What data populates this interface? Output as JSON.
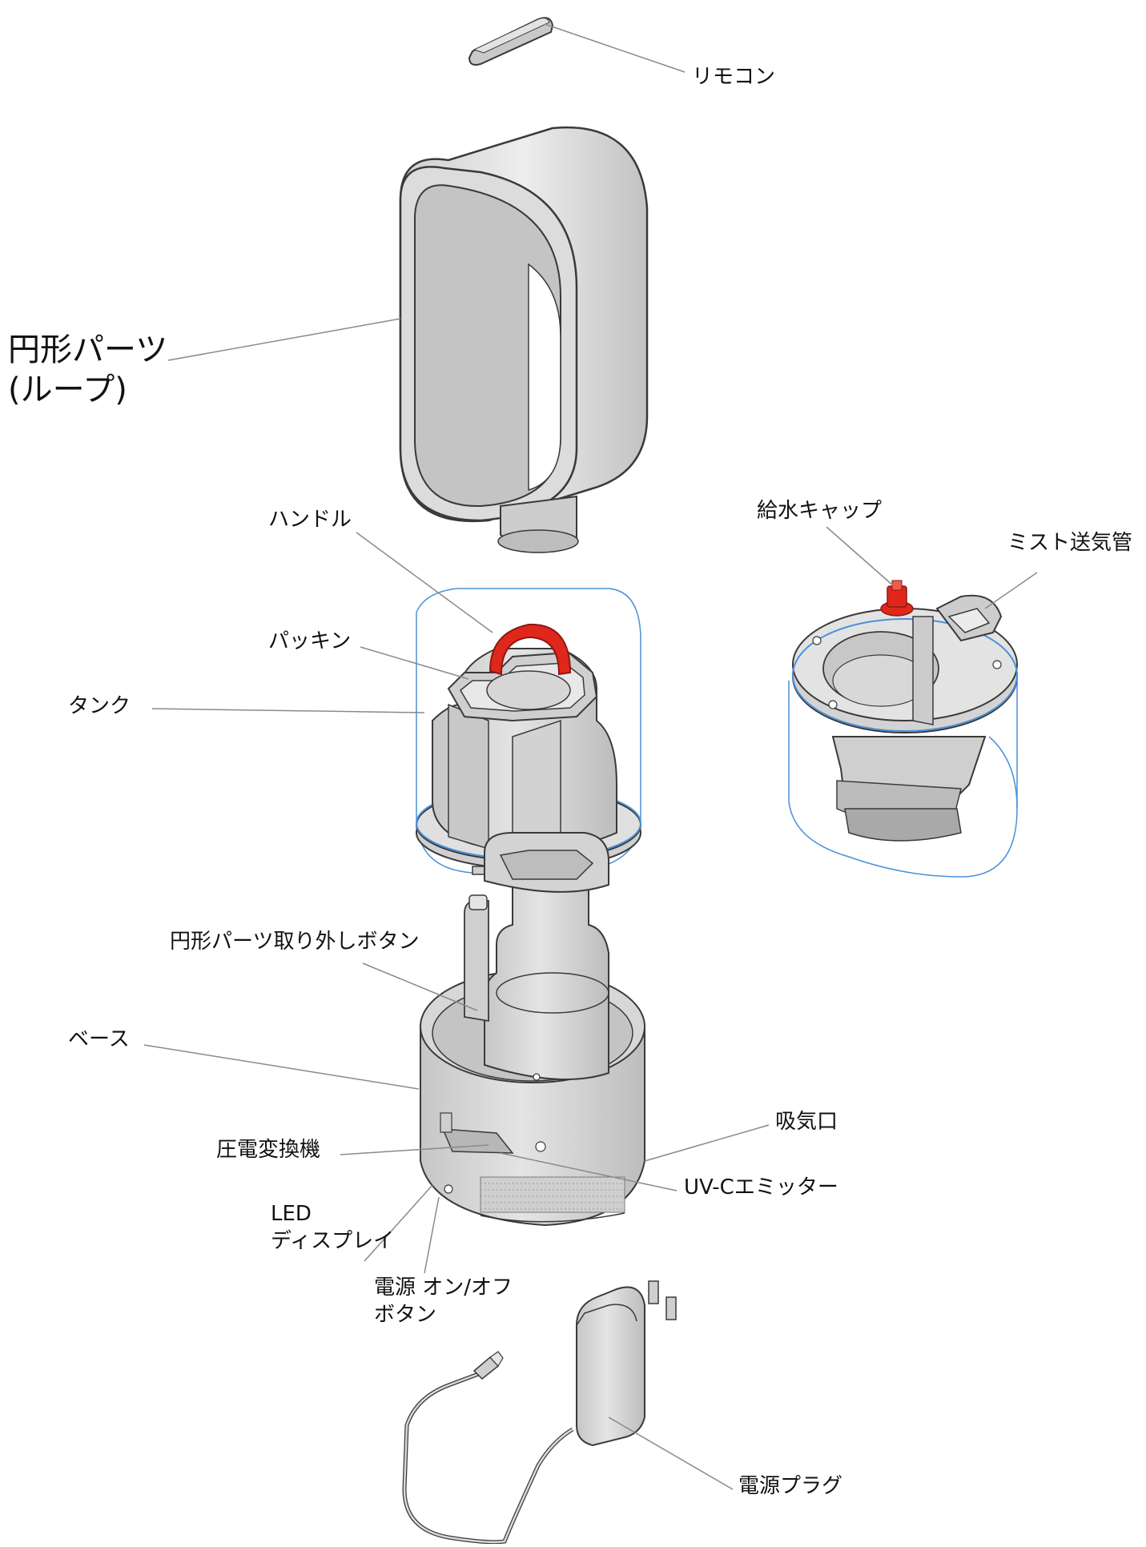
{
  "labels": {
    "remote": "リモコン",
    "loop_line1": "円形パーツ",
    "loop_line2": "(ループ)",
    "handle": "ハンドル",
    "gasket": "パッキン",
    "tank": "タンク",
    "water_cap": "給水キャップ",
    "mist_duct": "ミスト送気管",
    "loop_release": "円形パーツ取り外しボタン",
    "base": "ベース",
    "air_inlet": "吸気口",
    "piezo": "圧電変換機",
    "uvc": "UV-Cエミッター",
    "led_line1": "LED",
    "led_line2": "ディスプレイ",
    "power_line1": "電源 オン/オフ",
    "power_line2": "ボタン",
    "plug": "電源プラグ"
  },
  "colors": {
    "part_fill": "#d9d9d9",
    "part_dark": "#b5b5b5",
    "part_light": "#ececec",
    "outline": "#3a3a3a",
    "accent_red": "#e0271b",
    "blue_outline": "#4a90d9",
    "leader": "#8a8a8a"
  }
}
